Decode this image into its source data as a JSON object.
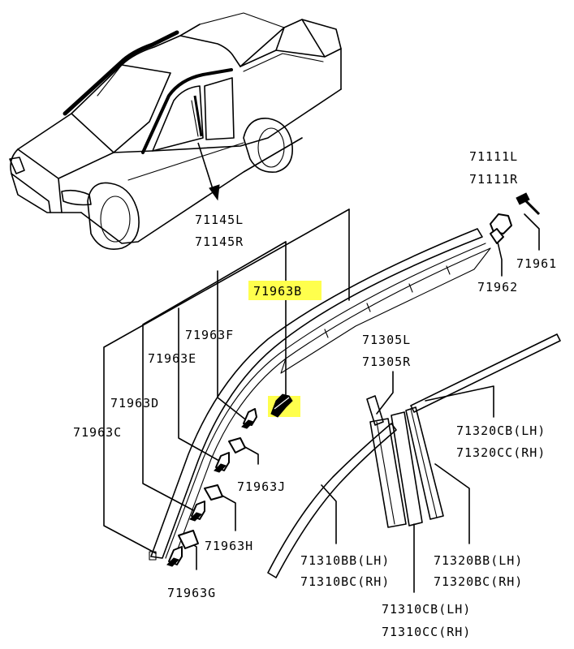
{
  "callouts": {
    "p71145L": "71145L",
    "p71145R": "71145R",
    "p71963B": "71963B",
    "p71963F": "71963F",
    "p71963E": "71963E",
    "p71963D": "71963D",
    "p71963C": "71963C",
    "p71963J": "71963J",
    "p71963H": "71963H",
    "p71963G": "71963G",
    "p71111L": "71111L",
    "p71111R": "71111R",
    "p71961": "71961",
    "p71962": "71962",
    "p71305L": "71305L",
    "p71305R": "71305R",
    "p71320CB": "71320CB(LH)",
    "p71320CC": "71320CC(RH)",
    "p71310BB": "71310BB(LH)",
    "p71310BC": "71310BC(RH)",
    "p71320BB": "71320BB(LH)",
    "p71320BC": "71320BC(RH)",
    "p71310CB": "71310CB(LH)",
    "p71310CC": "71310CC(RH)"
  },
  "highlight": {
    "label": "71963B",
    "color": "#ffff4d"
  },
  "colors": {
    "line": "#000000",
    "background": "#ffffff"
  },
  "icons": [
    "pickup-truck-illustration",
    "arrow-down-icon",
    "screw-icon",
    "clip-icon"
  ]
}
